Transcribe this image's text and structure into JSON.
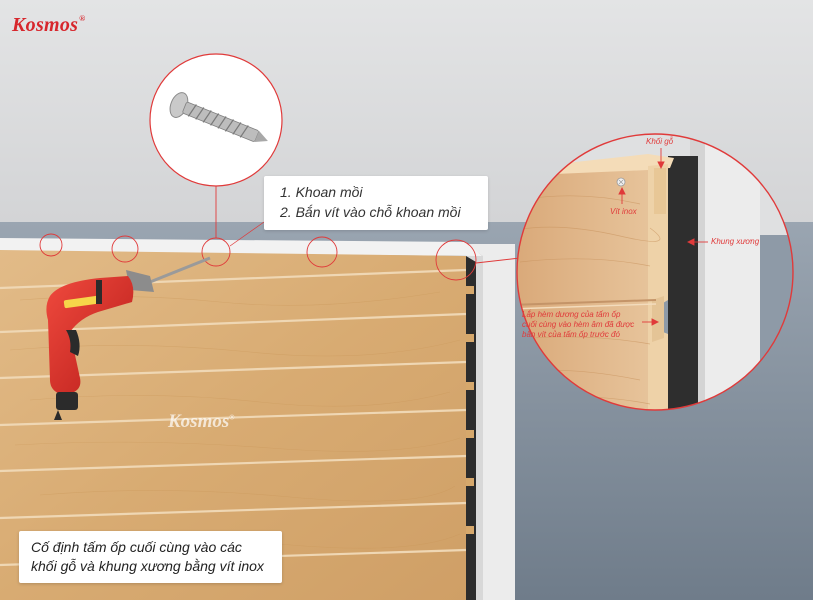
{
  "brand": {
    "name": "Kosmos",
    "mark": "®",
    "color": "#d7262c"
  },
  "watermark": {
    "name": "Kosmos",
    "mark": "®"
  },
  "steps": [
    "1. Khoan mồi",
    "2. Bắn vít vào chỗ khoan mồi"
  ],
  "caption": [
    "Cố định tấm ốp cuối cùng vào các",
    "khối gỗ và khung xương bằng vít inox"
  ],
  "detail_labels": {
    "wood_block": "Khối gỗ",
    "screw": "Vít inox",
    "frame": "Khung xương",
    "joint_note": [
      "Lắp hèm dương của tấm ốp",
      "cuối cùng vào hèm âm đã được",
      "bắn vít của tấm ốp trước đó"
    ]
  },
  "colors": {
    "accent": "#e03a3a",
    "wood": "#dcb07a",
    "frame": "#2b2b2b",
    "wall": "#d9dadb",
    "floor": "#8793a0"
  },
  "icons": [
    "screw-icon",
    "drill-icon"
  ]
}
